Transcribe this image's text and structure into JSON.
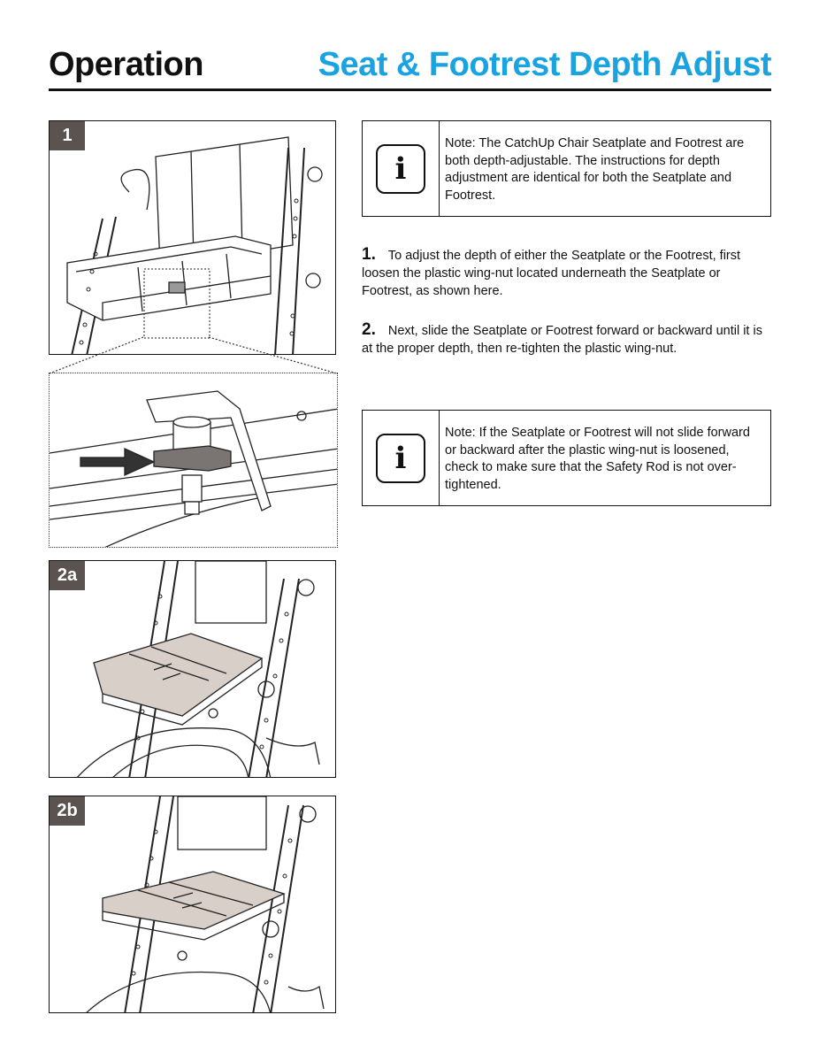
{
  "header": {
    "left_title": "Operation",
    "right_title": "Seat & Footrest Depth Adjust"
  },
  "figures": {
    "fig1_label": "1",
    "fig2a_label": "2a",
    "fig2b_label": "2b"
  },
  "notes": {
    "note1": "Note: The CatchUp Chair Seatplate and Footrest are both depth-adjustable. The instructions for depth adjustment are identical for both the Seatplate and Footrest.",
    "note2": "Note: If the Seatplate or Footrest will not slide forward or backward after the plastic wing-nut is loosened, check to make sure that the Safety Rod is not over-tightened."
  },
  "steps": [
    {
      "num": "1.",
      "text": "To adjust the depth of either the Seatplate or the Footrest, first loosen the plastic wing-nut located underneath the Seatplate or Footrest, as shown here."
    },
    {
      "num": "2.",
      "text": "Next, slide the Seatplate or Footrest forward or backward until it is at the proper depth, then re-tighten the plastic wing-nut."
    }
  ],
  "icons": {
    "info_glyph": "i",
    "info_icon": "info-icon"
  },
  "colors": {
    "accent_blue": "#1aa3e0",
    "badge_gray": "#5a5350",
    "seat_tan": "#d8cfc8"
  }
}
